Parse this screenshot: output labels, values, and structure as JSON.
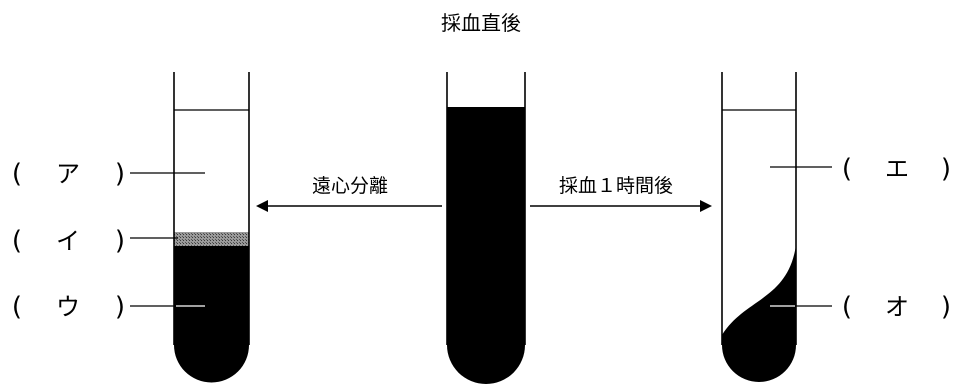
{
  "title": "採血直後",
  "arrow_left_label": "遠心分離",
  "arrow_right_label": "採血１時間後",
  "paren_open": "(",
  "paren_close": ")",
  "labels": {
    "a": "ア",
    "i": "イ",
    "u": "ウ",
    "e": "エ",
    "o": "オ"
  },
  "colors": {
    "ink": "#000000",
    "buffy_coat": "#8a8a8a",
    "background": "#ffffff"
  }
}
